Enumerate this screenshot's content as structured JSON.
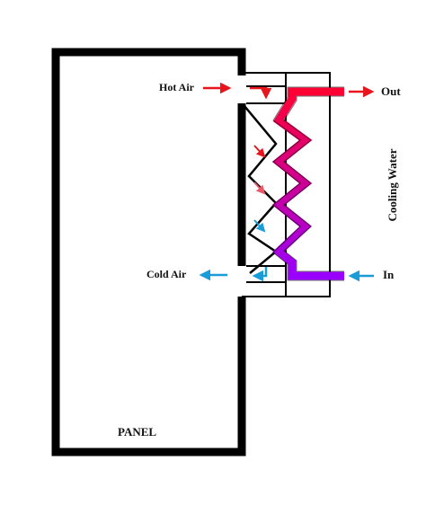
{
  "labels": {
    "hot_air": "Hot Air",
    "cold_air": "Cold Air",
    "out": "Out",
    "in": "In",
    "cooling_water": "Cooling Water",
    "panel": "PANEL"
  },
  "colors": {
    "outline": "#000000",
    "hot": "#e8141e",
    "cold": "#1a9cd8",
    "warm_mid": "#e85a6a",
    "water_hot": "#ff0033",
    "water_cold": "#9900ff",
    "background": "#ffffff"
  }
}
